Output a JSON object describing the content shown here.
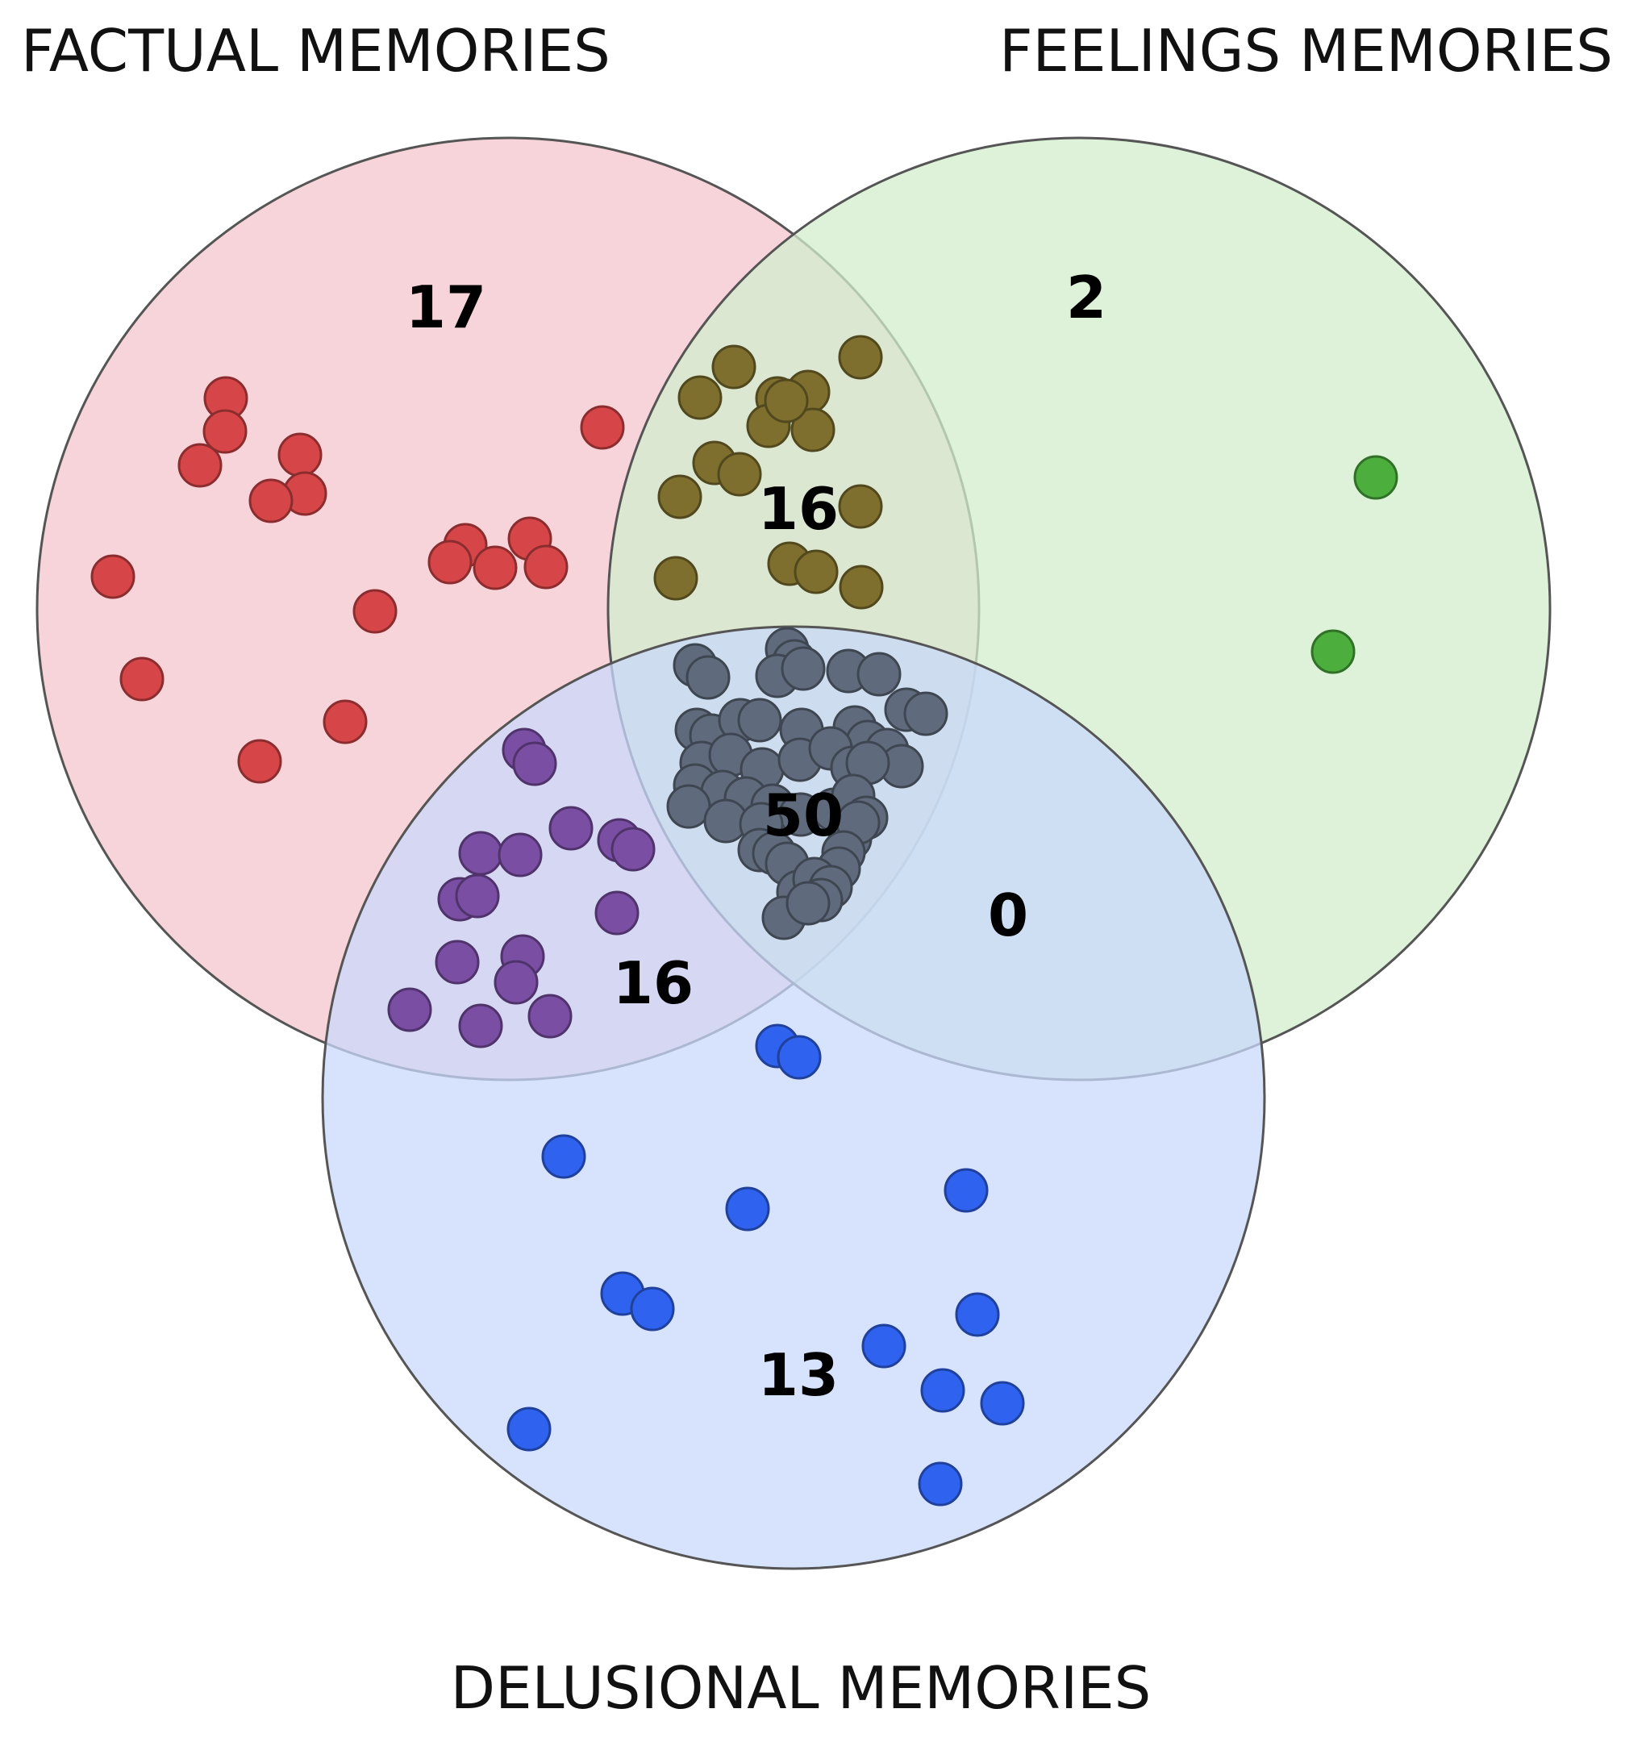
{
  "sets": {
    "factual": {
      "label": "FACTUAL MEMORIES",
      "color": "#f4c6cc"
    },
    "feelings": {
      "label": "FEELINGS MEMORIES",
      "color": "#d2edcc"
    },
    "delusional": {
      "label": "DELUSIONAL MEMORIES",
      "color": "#c9d8fb"
    }
  },
  "regions": {
    "factual_only": {
      "count": "17",
      "dot_color": "#d64548"
    },
    "feelings_only": {
      "count": "2",
      "dot_color": "#4cae3c"
    },
    "factual_feelings": {
      "count": "16",
      "dot_color": "#7e6f2e"
    },
    "all_three": {
      "count": "50",
      "dot_color": "#5f6b7d"
    },
    "feelings_delusional": {
      "count": "0",
      "dot_color": ""
    },
    "factual_delusional": {
      "count": "16",
      "dot_color": "#7a4ea3"
    },
    "delusional_only": {
      "count": "13",
      "dot_color": "#2f63ef"
    }
  }
}
